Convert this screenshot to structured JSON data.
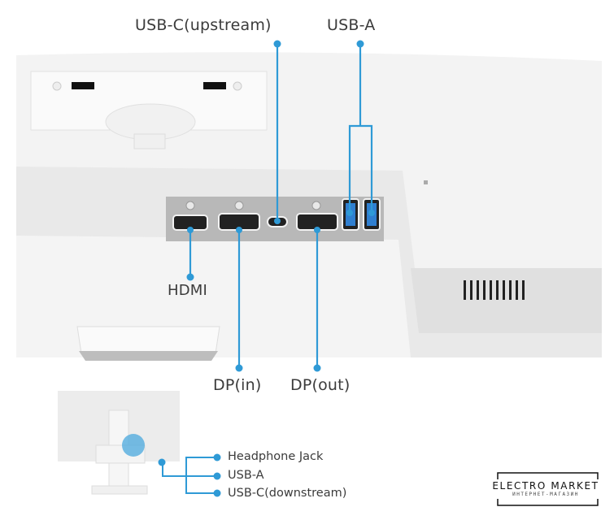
{
  "callouts": {
    "top": [
      {
        "id": "usb-c-upstream",
        "label": "USB-C(upstream)"
      },
      {
        "id": "usb-a-top",
        "label": "USB-A"
      }
    ],
    "bottom": [
      {
        "id": "hdmi",
        "label": "HDMI"
      },
      {
        "id": "dp-in",
        "label": "DP(in)"
      },
      {
        "id": "dp-out",
        "label": "DP(out)"
      }
    ],
    "side_ports": [
      {
        "id": "headphone-jack",
        "label": "Headphone Jack"
      },
      {
        "id": "usb-a-side",
        "label": "USB-A"
      },
      {
        "id": "usb-c-downstream",
        "label": "USB-C(downstream)"
      }
    ]
  },
  "accent_color": "#2f9ad6",
  "watermark": {
    "title": "ELECTRO MARKET",
    "subtitle": "ИНТЕРНЕТ-МАГАЗИН"
  }
}
